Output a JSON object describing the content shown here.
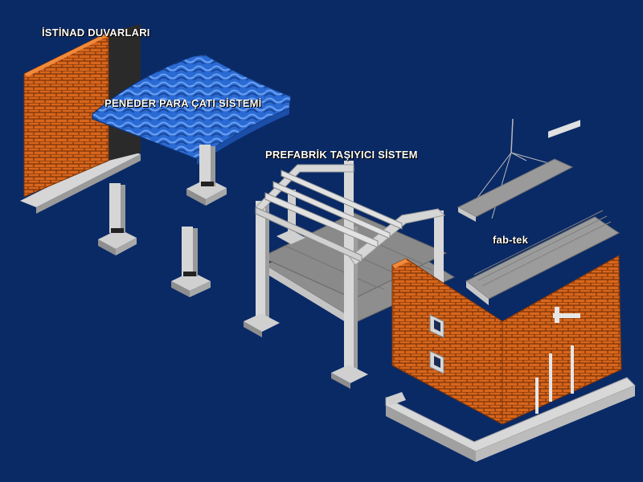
{
  "labels": {
    "retaining_walls": "İSTİNAD DUVARLARI",
    "roof_system": "PENEDER PARA ÇATI SİSTEMİ",
    "precast_frame": "PREFABRİK TAŞIYICI SİSTEM",
    "brand": "fab-tek"
  },
  "colors": {
    "background": "#0a2a66",
    "brick": "#d8661c",
    "brick_mortar": "#7a3208",
    "roof": "#2a6ad4",
    "concrete": "#c9c9c9",
    "concrete_shadow": "#8e8e8e",
    "slab": "#9a9a9a"
  }
}
